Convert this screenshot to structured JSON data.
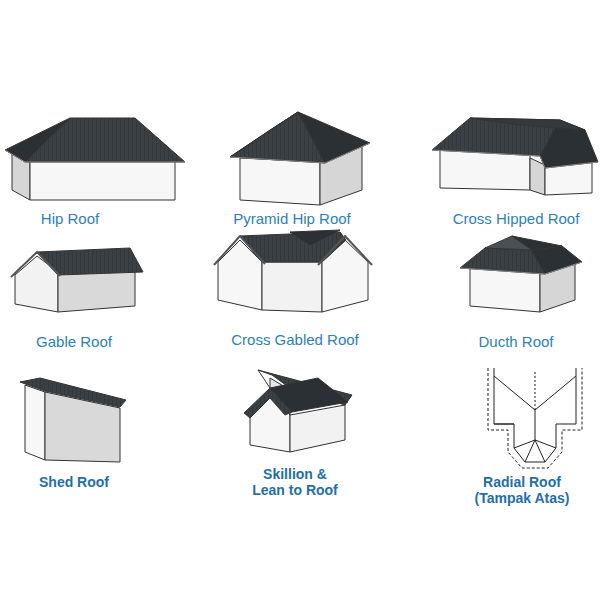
{
  "diagram": {
    "labels": [
      "Hip Roof",
      "Pyramid Hip Roof",
      "Cross Hipped Roof",
      "Gable Roof",
      "Cross Gabled Roof",
      "Ducth Roof",
      "Shed Roof",
      "Skillion & Lean to Roof",
      "Radial Roof (Tampak Atas)"
    ]
  }
}
